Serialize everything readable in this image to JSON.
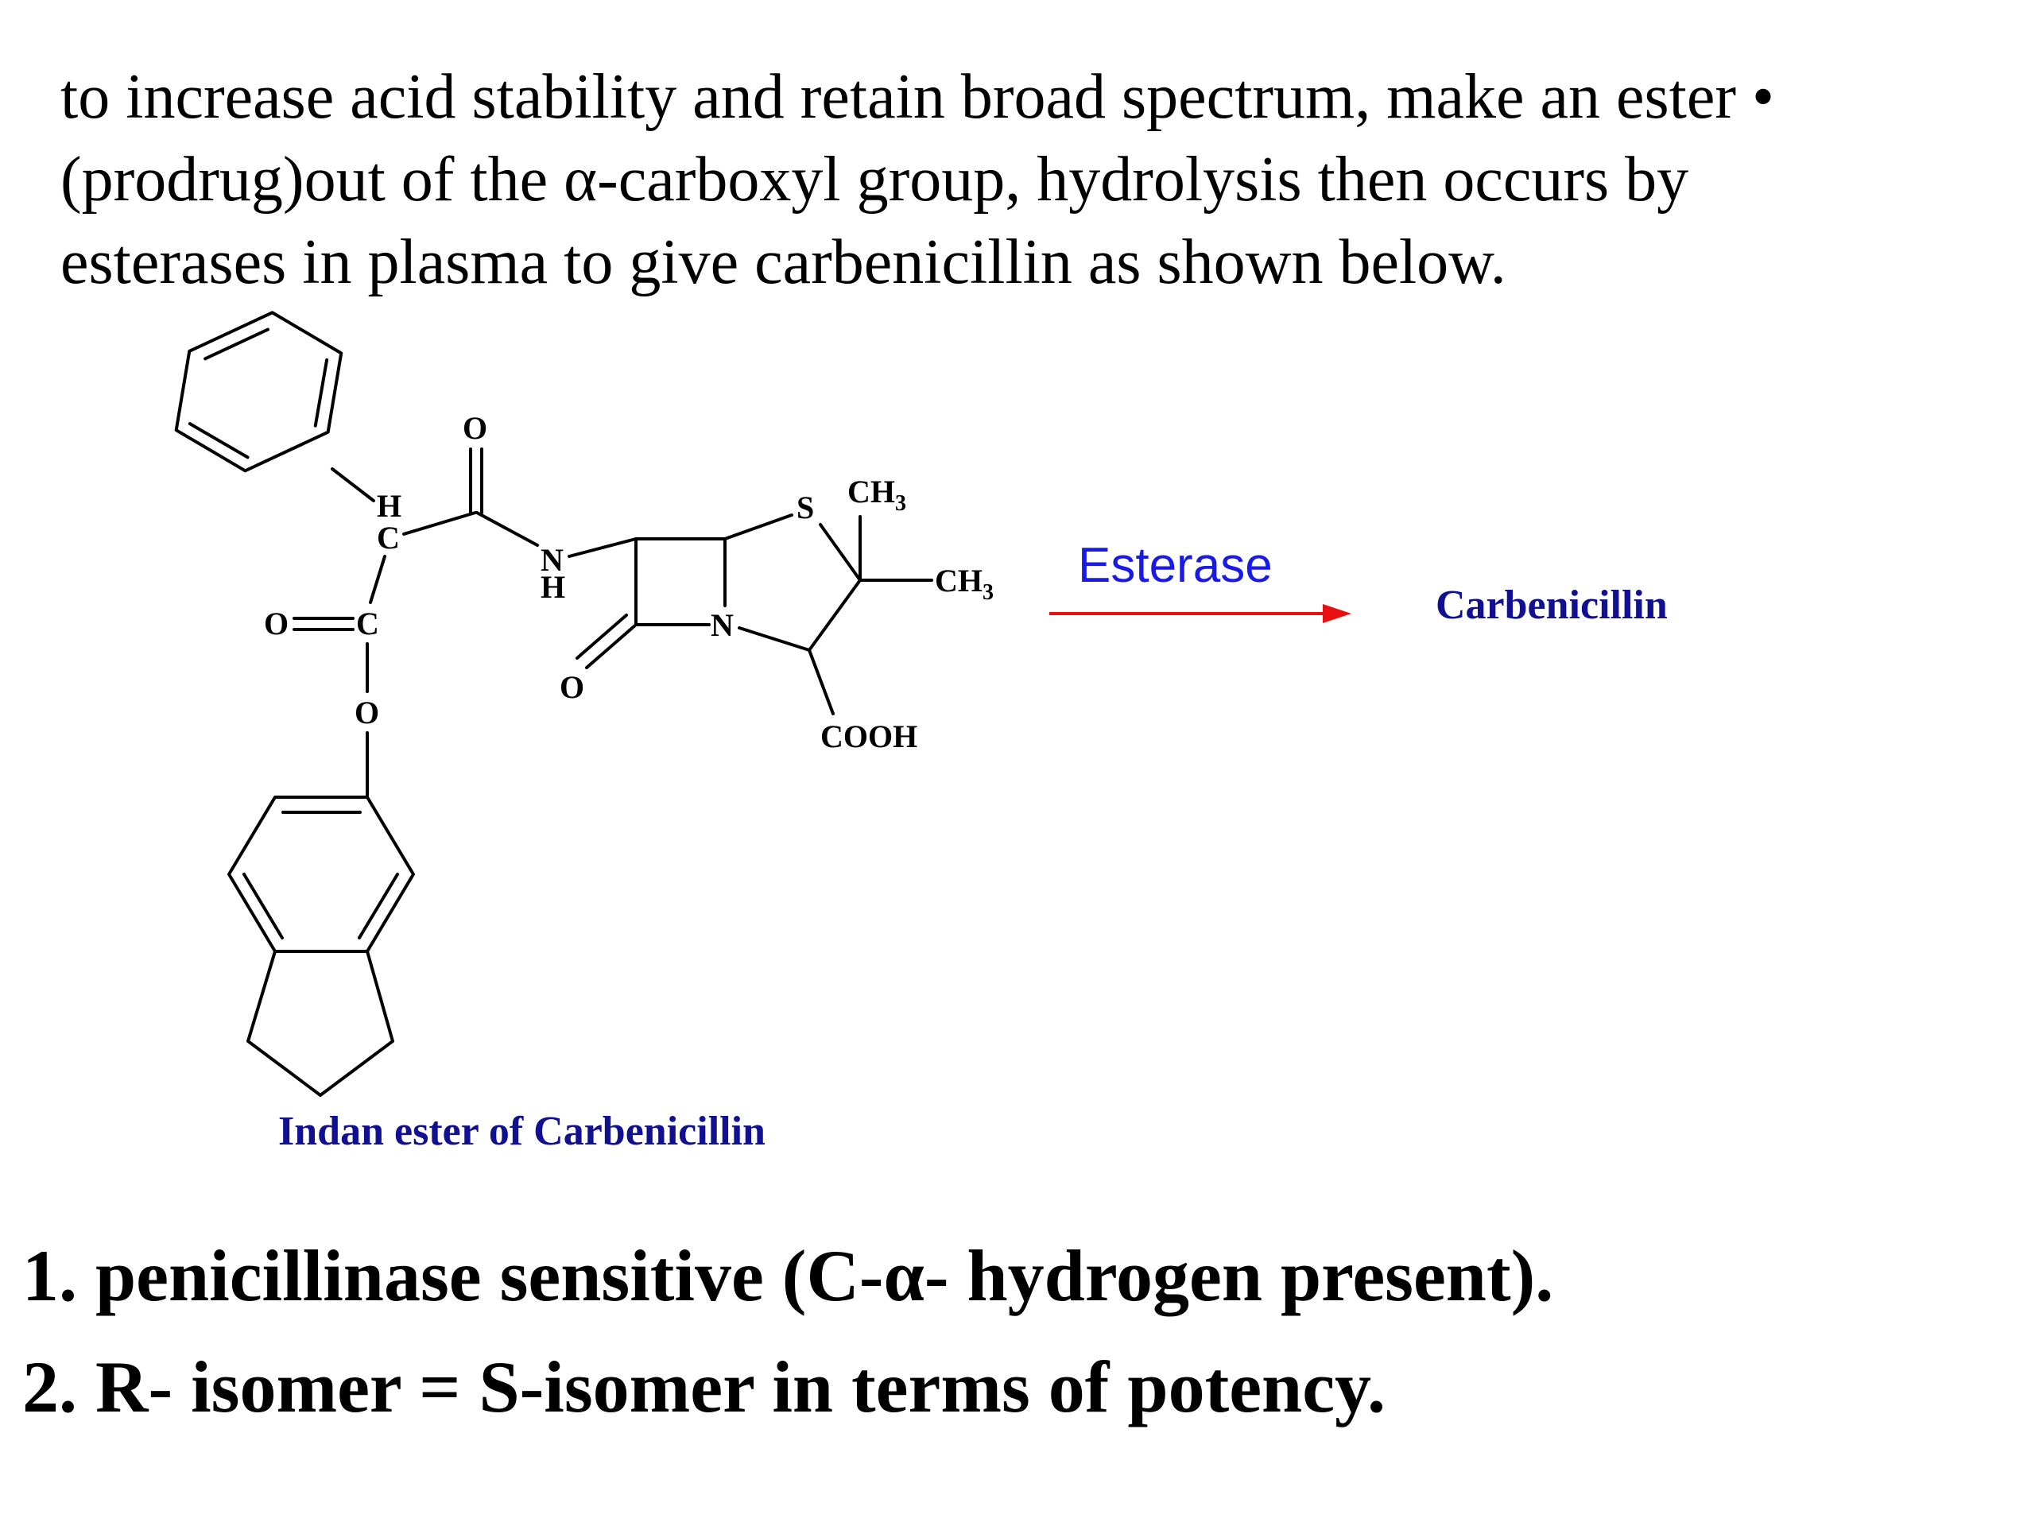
{
  "intro": {
    "line1": "to increase acid stability and retain broad spectrum, make an ester •",
    "line2": "(prodrug)out of the α-carboxyl group, hydrolysis then occurs by",
    "line3": "esterases in plasma to give carbenicillin as shown below."
  },
  "diagram": {
    "atoms": {
      "o_top": "O",
      "h_alpha": "H",
      "c_alpha": "C",
      "n_amide": "N",
      "h_amide": "H",
      "o_ester_double": "O",
      "c_ester": "C",
      "o_ester": "O",
      "o_lactam": "O",
      "n_ring": "N",
      "s_ring": "S",
      "ch3_top": "CH",
      "ch3_top_sub": "3",
      "ch3_right": "CH",
      "ch3_right_sub": "3",
      "cooh": "COOH"
    },
    "reactant_label": "Indan ester of Carbenicillin",
    "reaction_label": "Esterase",
    "product_label": "Carbenicillin",
    "colors": {
      "label": "#101090",
      "enzyme": "#1a1ae6",
      "arrow": "#e81010"
    }
  },
  "notes": [
    "1. penicillinase sensitive (C-α- hydrogen present).",
    "2. R- isomer = S-isomer in terms of potency."
  ]
}
